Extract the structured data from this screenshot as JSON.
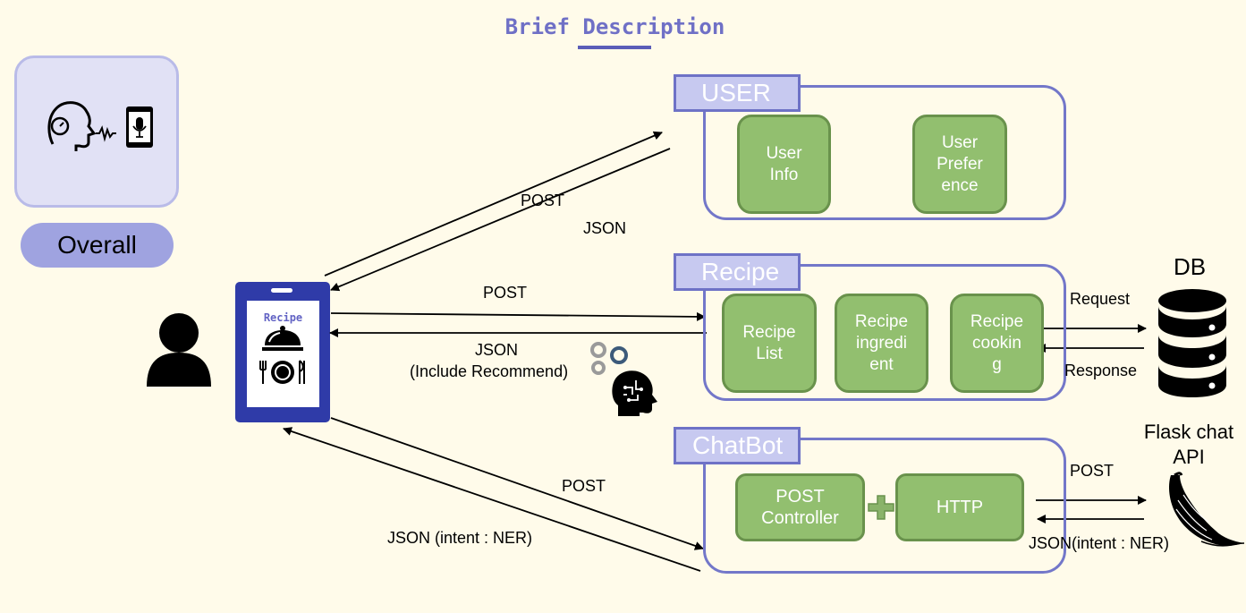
{
  "title": "Brief Description",
  "overall_label": "Overall",
  "groups": {
    "user": {
      "tab": "USER",
      "items": [
        "User\nInfo",
        "User\nPrefer\nence"
      ]
    },
    "recipe": {
      "tab": "Recipe",
      "items": [
        "Recipe\nList",
        "Recipe\ningredi\nent",
        "Recipe\ncookin\ng"
      ]
    },
    "chatbot": {
      "tab": "ChatBot",
      "items": [
        "POST\nController",
        "HTTP"
      ]
    }
  },
  "phone_label": "Recipe",
  "labels": {
    "user_post": "POST",
    "user_json": "JSON",
    "recipe_post": "POST",
    "recipe_json": "JSON",
    "recipe_json_note": "(Include  Recommend)",
    "chat_post": "POST",
    "chat_json": "JSON (intent : NER)",
    "db_title": "DB",
    "db_request": "Request",
    "db_response": "Response",
    "flask_title": "Flask chat\nAPI",
    "flask_post": "POST",
    "flask_json": "JSON(intent : NER)"
  },
  "icons": [
    "speaking-head-icon",
    "smartphone-mic-icon",
    "user-icon",
    "cloche-icon",
    "plate-cutlery-icon",
    "ai-head-gears-icon",
    "database-icon",
    "flask-horn-icon",
    "plus-icon"
  ],
  "colors": {
    "accent": "#6f70c6",
    "box": "#92bf6f",
    "group_border": "#7377c9",
    "phone": "#2f3ba8",
    "background": "#fffbea"
  }
}
